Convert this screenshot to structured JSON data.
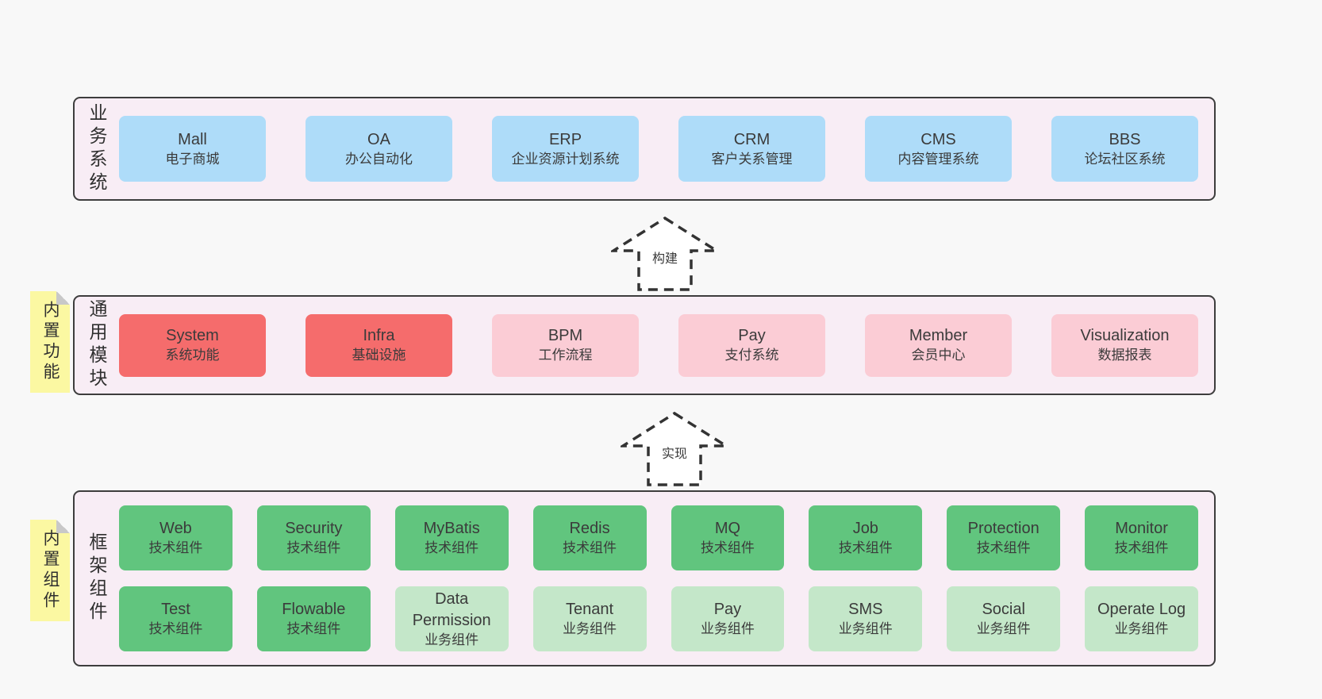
{
  "colors": {
    "page-bg": "#f8f8f8",
    "panel-bg": "#f8edf5",
    "panel-border": "#3d3d3d",
    "blue": "#aedcf9",
    "red": "#f56c6c",
    "pink": "#fbccd5",
    "green-dark": "#61c57e",
    "green-light": "#c4e7c9",
    "yellow": "#fbf8a2",
    "fold-gray": "#c8c8c8",
    "text": "#3b3b3b"
  },
  "business": {
    "label": "业务系统",
    "items": [
      {
        "name": "Mall",
        "desc": "电子商城"
      },
      {
        "name": "OA",
        "desc": "办公自动化"
      },
      {
        "name": "ERP",
        "desc": "企业资源计划系统"
      },
      {
        "name": "CRM",
        "desc": "客户关系管理"
      },
      {
        "name": "CMS",
        "desc": "内容管理系统"
      },
      {
        "name": "BBS",
        "desc": "论坛社区系统"
      }
    ]
  },
  "arrows": {
    "build": "构建",
    "implement": "实现"
  },
  "common": {
    "tag": "内置功能",
    "label": "通用模块",
    "items": [
      {
        "name": "System",
        "desc": "系统功能"
      },
      {
        "name": "Infra",
        "desc": "基础设施"
      },
      {
        "name": "BPM",
        "desc": "工作流程"
      },
      {
        "name": "Pay",
        "desc": "支付系统"
      },
      {
        "name": "Member",
        "desc": "会员中心"
      },
      {
        "name": "Visualization",
        "desc": "数据报表"
      }
    ]
  },
  "framework": {
    "tag": "内置组件",
    "label": "框架组件",
    "row1": [
      {
        "name": "Web",
        "desc": "技术组件"
      },
      {
        "name": "Security",
        "desc": "技术组件"
      },
      {
        "name": "MyBatis",
        "desc": "技术组件"
      },
      {
        "name": "Redis",
        "desc": "技术组件"
      },
      {
        "name": "MQ",
        "desc": "技术组件"
      },
      {
        "name": "Job",
        "desc": "技术组件"
      },
      {
        "name": "Protection",
        "desc": "技术组件"
      },
      {
        "name": "Monitor",
        "desc": "技术组件"
      }
    ],
    "row2": [
      {
        "name": "Test",
        "desc": "技术组件"
      },
      {
        "name": "Flowable",
        "desc": "技术组件"
      },
      {
        "name": "Data Permission",
        "desc": "业务组件"
      },
      {
        "name": "Tenant",
        "desc": "业务组件"
      },
      {
        "name": "Pay",
        "desc": "业务组件"
      },
      {
        "name": "SMS",
        "desc": "业务组件"
      },
      {
        "name": "Social",
        "desc": "业务组件"
      },
      {
        "name": "Operate Log",
        "desc": "业务组件"
      }
    ]
  }
}
